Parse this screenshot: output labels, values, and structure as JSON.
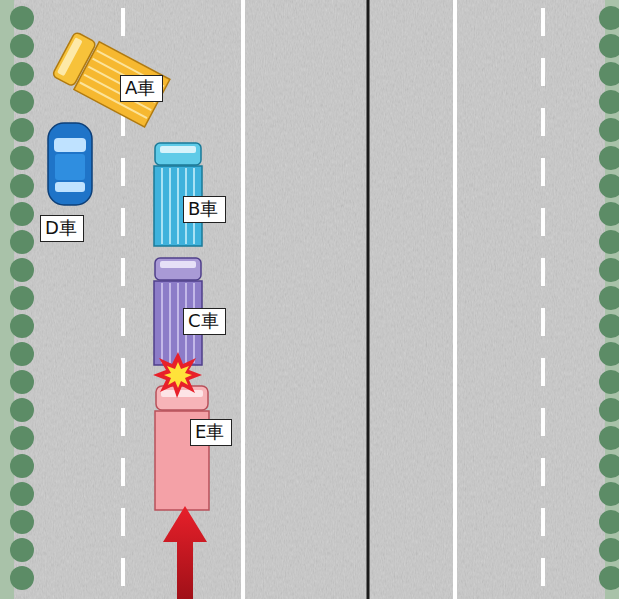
{
  "diagram": {
    "nodes": [
      {
        "text": [
          "A車"
        ]
      },
      {
        "text": [
          "B車"
        ]
      },
      {
        "text": [
          "D車"
        ]
      },
      {
        "text": [
          "C車"
        ]
      },
      {
        "text": [
          "E車"
        ]
      }
    ]
  }
}
